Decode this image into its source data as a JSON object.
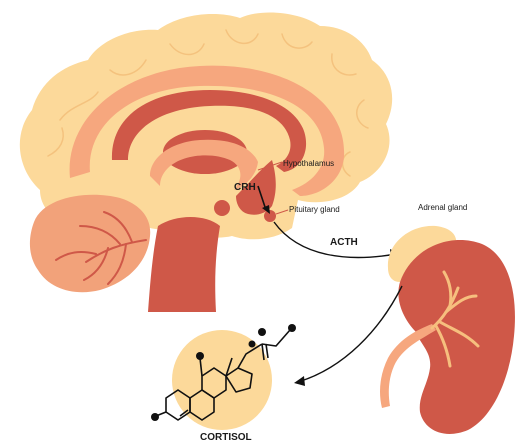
{
  "labels": {
    "hypothalamus": "Hypothalamus",
    "crh": "CRH",
    "pituitary": "Pituitary gland",
    "acth": "ACTH",
    "adrenal": "Adrenal gland",
    "cortisol": "CORTISOL"
  },
  "colors": {
    "brain_outer": "#fcd99a",
    "brain_mid": "#f6a77e",
    "brain_core": "#cf5848",
    "kidney": "#cf5848",
    "kidney_vessels": "#f6bf7e",
    "cerebellum": "#f2a27a",
    "arrow": "#111111",
    "molecule_bg": "#fcd99a"
  }
}
